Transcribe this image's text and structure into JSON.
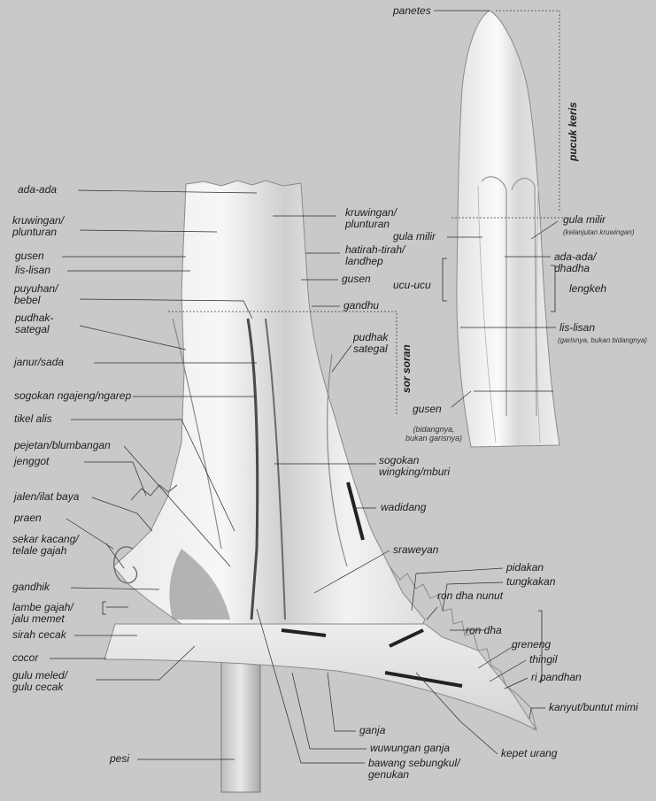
{
  "diagram": {
    "labels_left": {
      "ada_ada": "ada-ada",
      "kruwingan": "kruwingan/\nplunturan",
      "gusen": "gusen",
      "lis_lisan": "lis-lisan",
      "puyuhan": "puyuhan/\nbebel",
      "pudhak_sategal": "pudhak-\nsategal",
      "janur": "janur/sada",
      "sogokan_ngajeng": "sogokan ngajeng/ngarep",
      "tikel_alis": "tikel alis",
      "pejetan": "pejetan/blumbangan",
      "jenggot": "jenggot",
      "jalen": "jalen/ilat baya",
      "praen": "praen",
      "sekar_kacang": "sekar kacang/\ntelale gajah",
      "gandhik": "gandhik",
      "lambe_gajah": "lambe gajah/\njalu memet",
      "sirah_cecak": "sirah cecak",
      "cocor": "cocor",
      "gulu_meled": "gulu meled/\ngulu cecak",
      "pesi": "pesi"
    },
    "labels_right": {
      "kruwingan": "kruwingan/\nplunturan",
      "hatirah": "hatirah-tirah/\nlandhep",
      "gusen": "gusen",
      "gandhu": "gandhu",
      "pudhak_sategal": "pudhak\nsategal",
      "sogokan_wingking": "sogokan\nwingking/mburi",
      "wadidang": "wadidang",
      "sraweyan": "sraweyan",
      "pidakan": "pidakan",
      "tungkakan": "tungkakan",
      "ron_dha_nunut": "ron dha nunut",
      "ron_dha": "ron dha",
      "greneng": "greneng",
      "thingil": "thingil",
      "ri_pandhan": "ri pandhan",
      "kanyut": "kanyut/buntut mimi",
      "kepet_urang": "kepet urang",
      "ganja": "ganja",
      "wuwungan_ganja": "wuwungan ganja",
      "bawang": "bawang sebungkul/\ngenukan"
    },
    "sor_soran": "sor soran",
    "tip": {
      "panetes": "panetes",
      "pucuk_keris": "pucuk keris",
      "gula_milir_right": "gula milir",
      "gula_milir_right_note": "(kelanjutan kruwingan)",
      "gula_milir_left": "gula milir",
      "ada_ada_dhadha": "ada-ada/\ndhadha",
      "ucu_ucu": "ucu-ucu",
      "lengkeh": "lengkeh",
      "lis_lisan": "lis-lisan",
      "lis_lisan_note": "(garisnya, bukan bidangnya)",
      "gusen": "gusen",
      "gusen_note": "(bidangnya,\nbukan garisnya)"
    }
  }
}
